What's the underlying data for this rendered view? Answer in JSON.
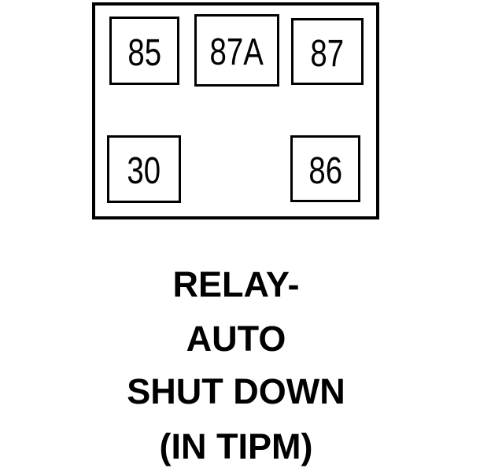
{
  "diagram": {
    "type": "relay-pinout",
    "pins": [
      {
        "label": "85"
      },
      {
        "label": "87A"
      },
      {
        "label": "87"
      },
      {
        "label": "30"
      },
      {
        "label": "86"
      }
    ],
    "caption_lines": [
      "RELAY-",
      "AUTO",
      "SHUT DOWN",
      "(IN TIPM)"
    ],
    "colors": {
      "line": "#000000",
      "text": "#000000",
      "background": "#ffffff"
    }
  }
}
